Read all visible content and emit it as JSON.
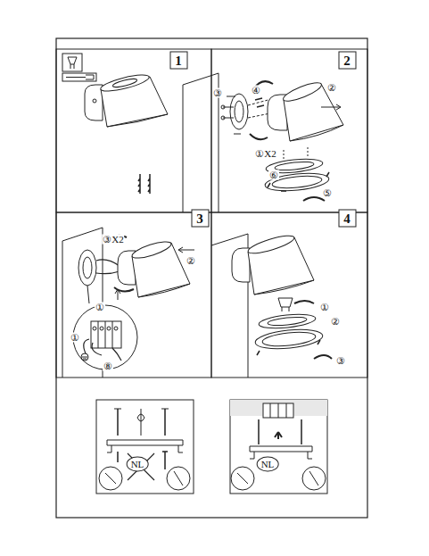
{
  "diagram": {
    "labels": [
      "1",
      "2",
      "③",
      "④",
      "②",
      "①X2",
      "⑥",
      "⑤",
      "3",
      "③X2",
      "②",
      "①",
      "①",
      "⑧",
      "4",
      "①",
      "②",
      "③",
      "NL",
      "NL"
    ]
  }
}
